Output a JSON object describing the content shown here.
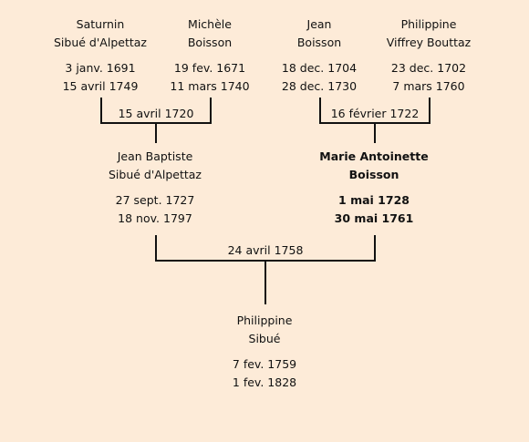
{
  "grandparents_paternal": {
    "father": {
      "first": "Saturnin",
      "last": "Sibué d'Alpettaz",
      "birth": "3 janv. 1691",
      "death": "15 avril 1749"
    },
    "mother": {
      "first": "Michèle",
      "last": "Boisson",
      "birth": "19 fev. 1671",
      "death": "11 mars 1740"
    },
    "marriage": "15 avril 1720"
  },
  "grandparents_maternal": {
    "father": {
      "first": "Jean",
      "last": "Boisson",
      "birth": "18 dec. 1704",
      "death": "28 dec. 1730"
    },
    "mother": {
      "first": "Philippine",
      "last": "Viffrey Bouttaz",
      "birth": "23 dec. 1702",
      "death": "7 mars 1760"
    },
    "marriage": "16 février 1722"
  },
  "parents": {
    "father": {
      "first": "Jean Baptiste",
      "last": "Sibué d'Alpettaz",
      "birth": "27 sept. 1727",
      "death": "18 nov. 1797"
    },
    "mother": {
      "first": "Marie Antoinette",
      "last": "Boisson",
      "birth": "1 mai 1728",
      "death": "30 mai 1761"
    },
    "marriage": "24 avril 1758"
  },
  "child": {
    "first": "Philippine",
    "last": "Sibué",
    "birth": "7 fev. 1759",
    "death": "1 fev. 1828"
  }
}
